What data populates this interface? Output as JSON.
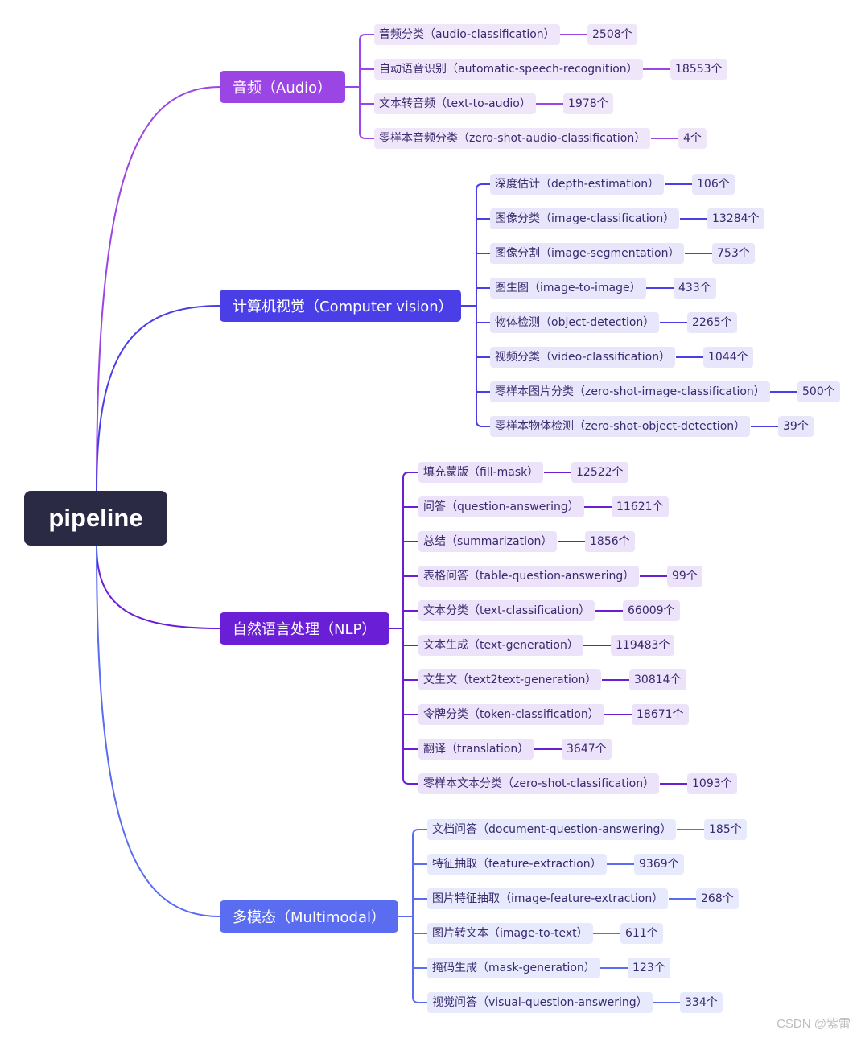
{
  "root": {
    "label": "pipeline"
  },
  "branches": [
    {
      "label": "音频（Audio）",
      "color": "#9b45e4",
      "leafBg": "#f0e6fa",
      "lineColor": "#9b45e4",
      "items": [
        {
          "label": "音频分类（audio-classification）",
          "count": "2508个"
        },
        {
          "label": "自动语音识别（automatic-speech-recognition）",
          "count": "18553个"
        },
        {
          "label": "文本转音频（text-to-audio）",
          "count": "1978个"
        },
        {
          "label": "零样本音频分类（zero-shot-audio-classification）",
          "count": "4个"
        }
      ]
    },
    {
      "label": "计算机视觉（Computer vision）",
      "color": "#4a3ee6",
      "leafBg": "#e8e6fb",
      "lineColor": "#4a3ee6",
      "items": [
        {
          "label": "深度估计（depth-estimation）",
          "count": "106个"
        },
        {
          "label": "图像分类（image-classification）",
          "count": "13284个"
        },
        {
          "label": "图像分割（image-segmentation）",
          "count": "753个"
        },
        {
          "label": "图生图（image-to-image）",
          "count": "433个"
        },
        {
          "label": "物体检测（object-detection）",
          "count": "2265个"
        },
        {
          "label": "视频分类（video-classification）",
          "count": "1044个"
        },
        {
          "label": "零样本图片分类（zero-shot-image-classification）",
          "count": "500个"
        },
        {
          "label": "零样本物体检测（zero-shot-object-detection）",
          "count": "39个"
        }
      ]
    },
    {
      "label": "自然语言处理（NLP）",
      "color": "#6a1fd6",
      "leafBg": "#ece3fa",
      "lineColor": "#6a1fd6",
      "items": [
        {
          "label": "填充蒙版（fill-mask）",
          "count": "12522个"
        },
        {
          "label": "问答（question-answering）",
          "count": "11621个"
        },
        {
          "label": "总结（summarization）",
          "count": "1856个"
        },
        {
          "label": "表格问答（table-question-answering）",
          "count": "99个"
        },
        {
          "label": "文本分类（text-classification）",
          "count": "66009个"
        },
        {
          "label": "文本生成（text-generation）",
          "count": "119483个"
        },
        {
          "label": "文生文（text2text-generation）",
          "count": "30814个"
        },
        {
          "label": "令牌分类（token-classification）",
          "count": "18671个"
        },
        {
          "label": "翻译（translation）",
          "count": "3647个"
        },
        {
          "label": "零样本文本分类（zero-shot-classification）",
          "count": "1093个"
        }
      ]
    },
    {
      "label": "多模态（Multimodal）",
      "color": "#5a6cf0",
      "leafBg": "#e7eafc",
      "lineColor": "#5a6cf0",
      "items": [
        {
          "label": "文档问答（document-question-answering）",
          "count": "185个"
        },
        {
          "label": "特征抽取（feature-extraction）",
          "count": "9369个"
        },
        {
          "label": "图片特征抽取（image-feature-extraction）",
          "count": "268个"
        },
        {
          "label": "图片转文本（image-to-text）",
          "count": "611个"
        },
        {
          "label": "掩码生成（mask-generation）",
          "count": "123个"
        },
        {
          "label": "视觉问答（visual-question-answering）",
          "count": "334个"
        }
      ]
    }
  ],
  "watermark": "CSDN @紫雷"
}
